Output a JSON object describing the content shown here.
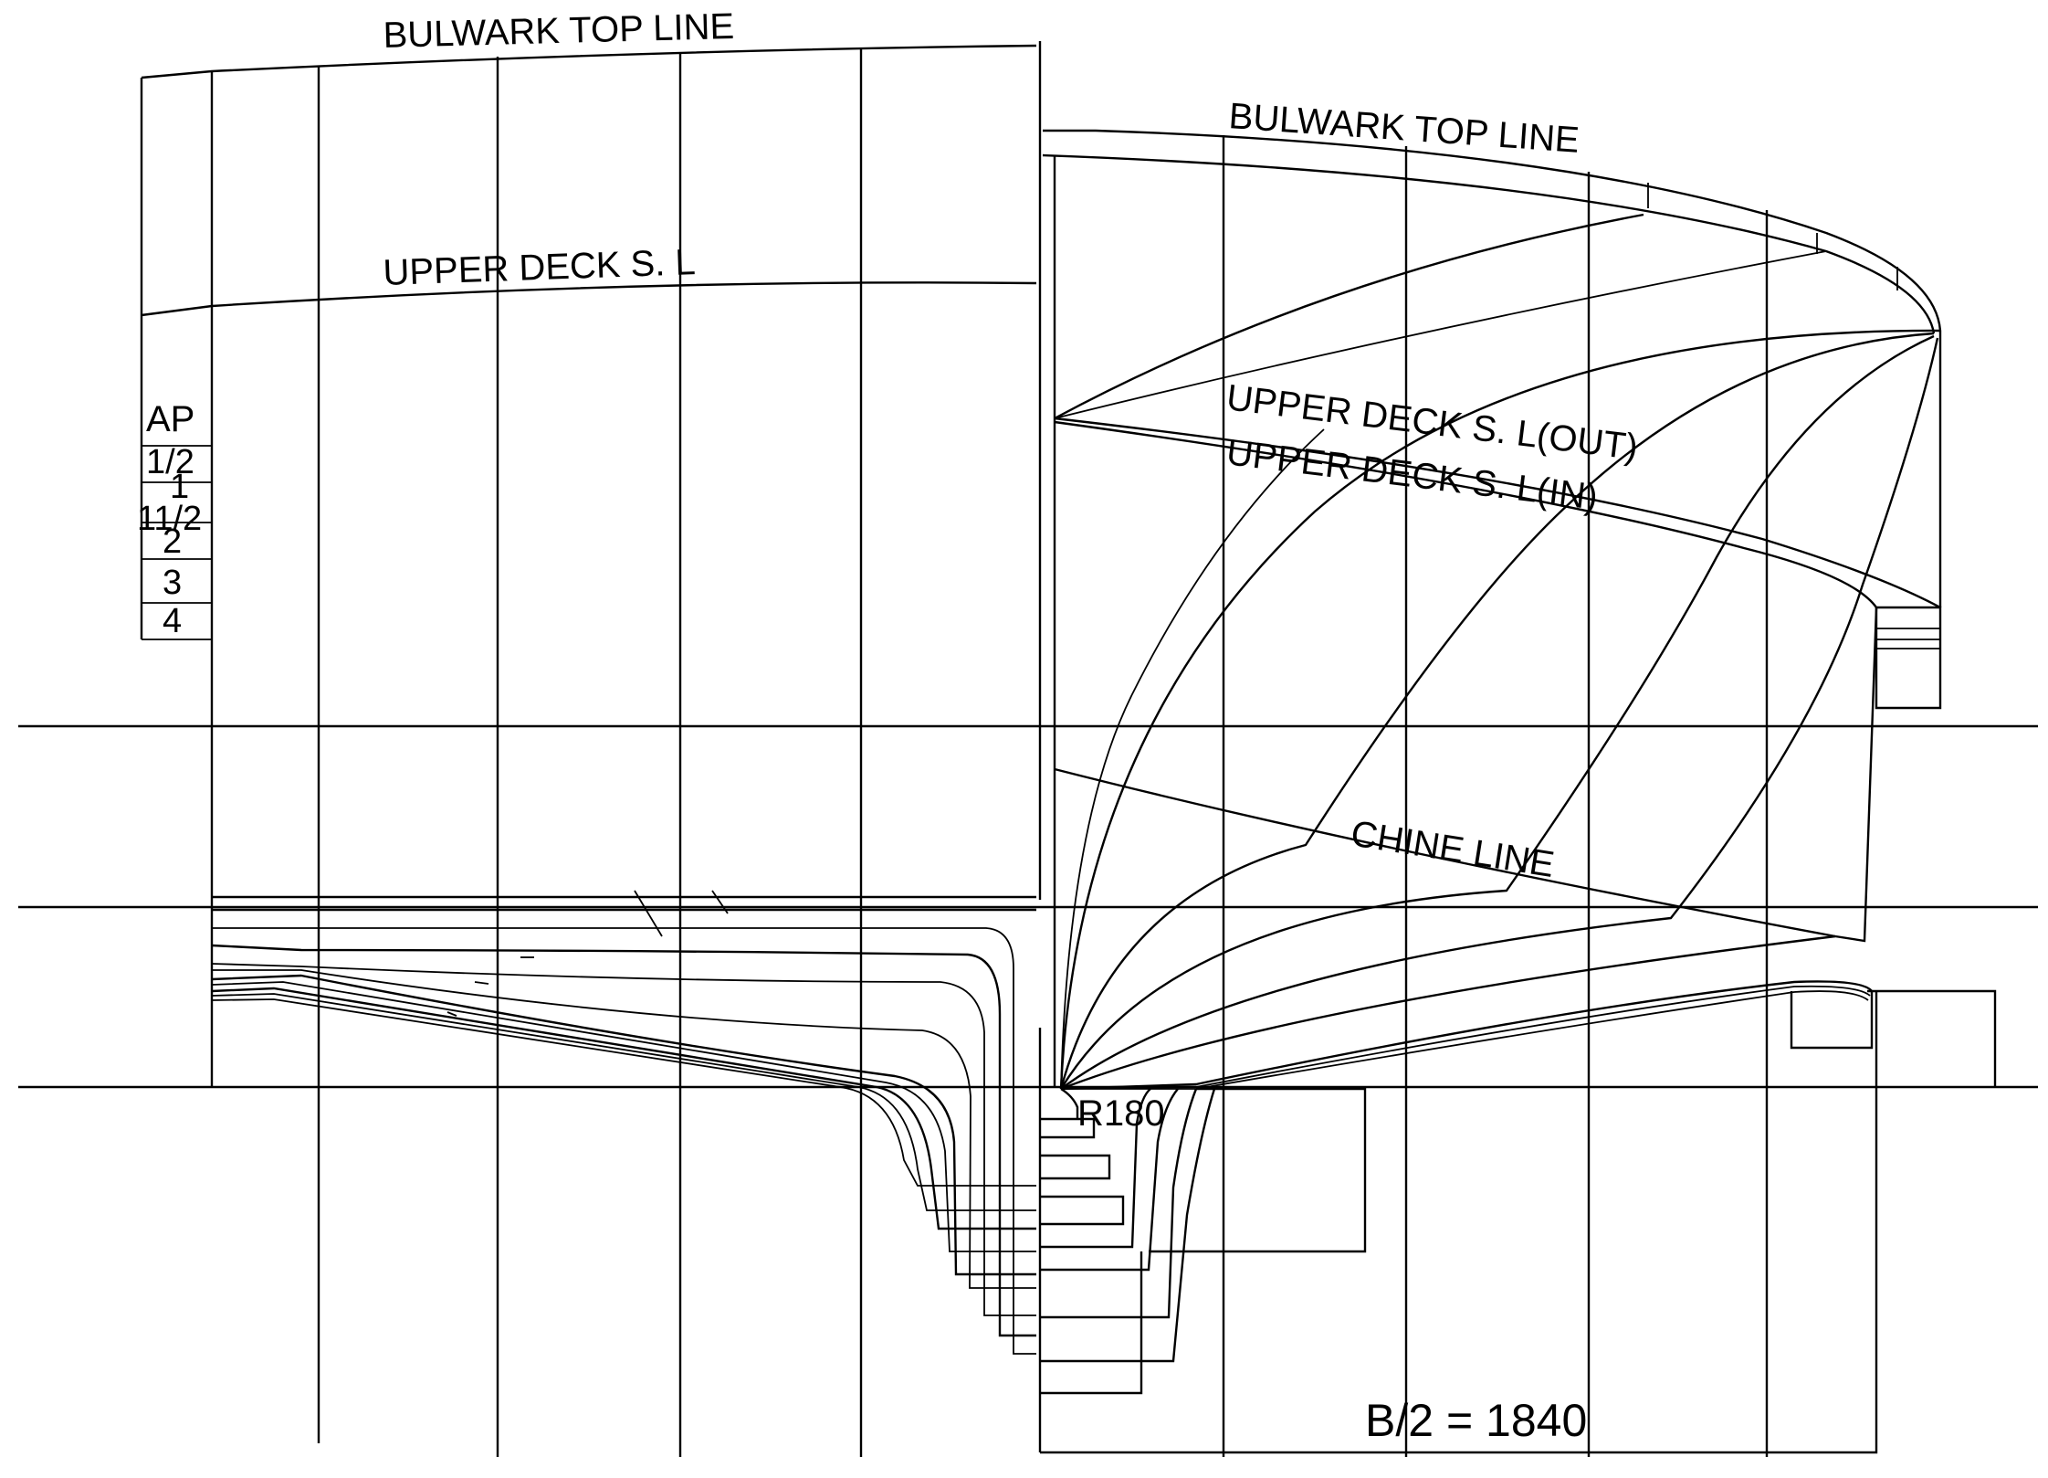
{
  "labels": {
    "bulwark_top_aft": "BULWARK TOP LINE",
    "upper_deck_aft": "UPPER DECK S. L",
    "bulwark_top_fwd": "BULWARK TOP LINE",
    "upper_deck_out": "UPPER DECK S. L(OUT)",
    "upper_deck_in": "UPPER DECK S. L(IN)",
    "chine_line": "CHINE LINE",
    "radius": "R180",
    "half_breadth": "B/2 = 1840"
  },
  "station_table": {
    "header": "AP",
    "rows": [
      "1/2",
      "1",
      "11/2",
      "2",
      "3",
      "4"
    ]
  }
}
